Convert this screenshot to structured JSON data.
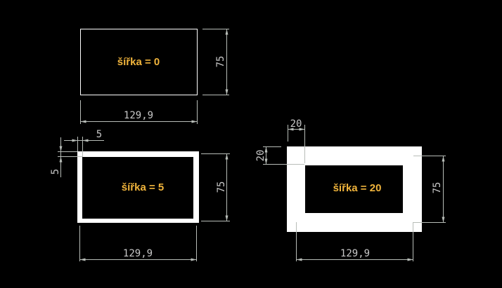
{
  "drawing": {
    "rect_0": {
      "label": "šířka = 0",
      "height_dim": "75",
      "width_dim": "129,9",
      "line_width": 0
    },
    "rect_5": {
      "label": "šířka = 5",
      "height_dim": "75",
      "width_dim": "129,9",
      "thickness_h_dim": "5",
      "thickness_v_dim": "5",
      "line_width": 5
    },
    "rect_20": {
      "label": "šířka = 20",
      "height_dim": "75",
      "width_dim": "129,9",
      "thickness_h_dim": "20",
      "thickness_v_dim": "20",
      "line_width": 20
    }
  },
  "colors": {
    "background": "#000000",
    "label": "#f0b43c",
    "dimension": "#b8bdb8",
    "shape": "#ffffff"
  }
}
